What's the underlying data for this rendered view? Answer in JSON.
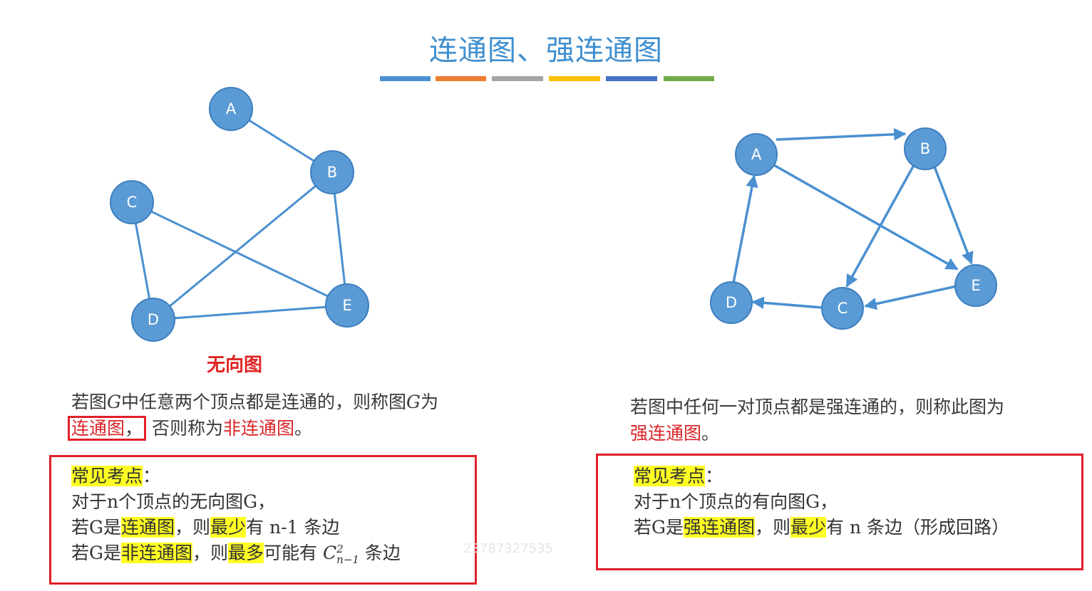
{
  "slide": {
    "title": "连通图、强连通图",
    "color_bar": [
      "#4a90d0",
      "#ed7d31",
      "#a5a5a5",
      "#ffc000",
      "#4472c4",
      "#70ad47"
    ]
  },
  "undirected": {
    "nodes": [
      "A",
      "B",
      "C",
      "D",
      "E"
    ],
    "caption": "无向图",
    "definition": {
      "line1_prefix": "若图",
      "line1_g": "G",
      "line1_mid": "中任意两个顶点都是连通的，则称图",
      "line1_g2": "G",
      "line1_suffix": "为",
      "term_boxed": "连通图",
      "comma": "，",
      "otherwise": "否则称为",
      "term_neg": "非连通图",
      "period": "。"
    },
    "panel": {
      "heading": "常见考点",
      "heading_colon": "：",
      "line1": "对于n个顶点的无向图G，",
      "line2_a": "若G是",
      "line2_hl": "连通图",
      "line2_b": "，则",
      "line2_hl2": "最少",
      "line2_c": "有 n-1 条边",
      "line3_a": "若G是",
      "line3_hl": "非连通图",
      "line3_b": "，则",
      "line3_hl2": "最多",
      "line3_c": "可能有",
      "math_base": "C",
      "math_sup": "2",
      "math_sub": "n−1",
      "line3_d": "条边"
    }
  },
  "directed": {
    "nodes": [
      "A",
      "B",
      "C",
      "D",
      "E"
    ],
    "definition": {
      "line1": "若图中任何一对顶点都是强连通的，则称此图为",
      "term": "强连通图",
      "period": "。"
    },
    "panel": {
      "heading": "常见考点",
      "heading_colon": "：",
      "line1": "对于n个顶点的有向图G，",
      "line2_a": "若G是",
      "line2_hl": "强连通图",
      "line2_b": "，则",
      "line2_hl2": "最少",
      "line2_c": "有 n 条边（形成回路）"
    }
  },
  "watermark": "23787327535"
}
